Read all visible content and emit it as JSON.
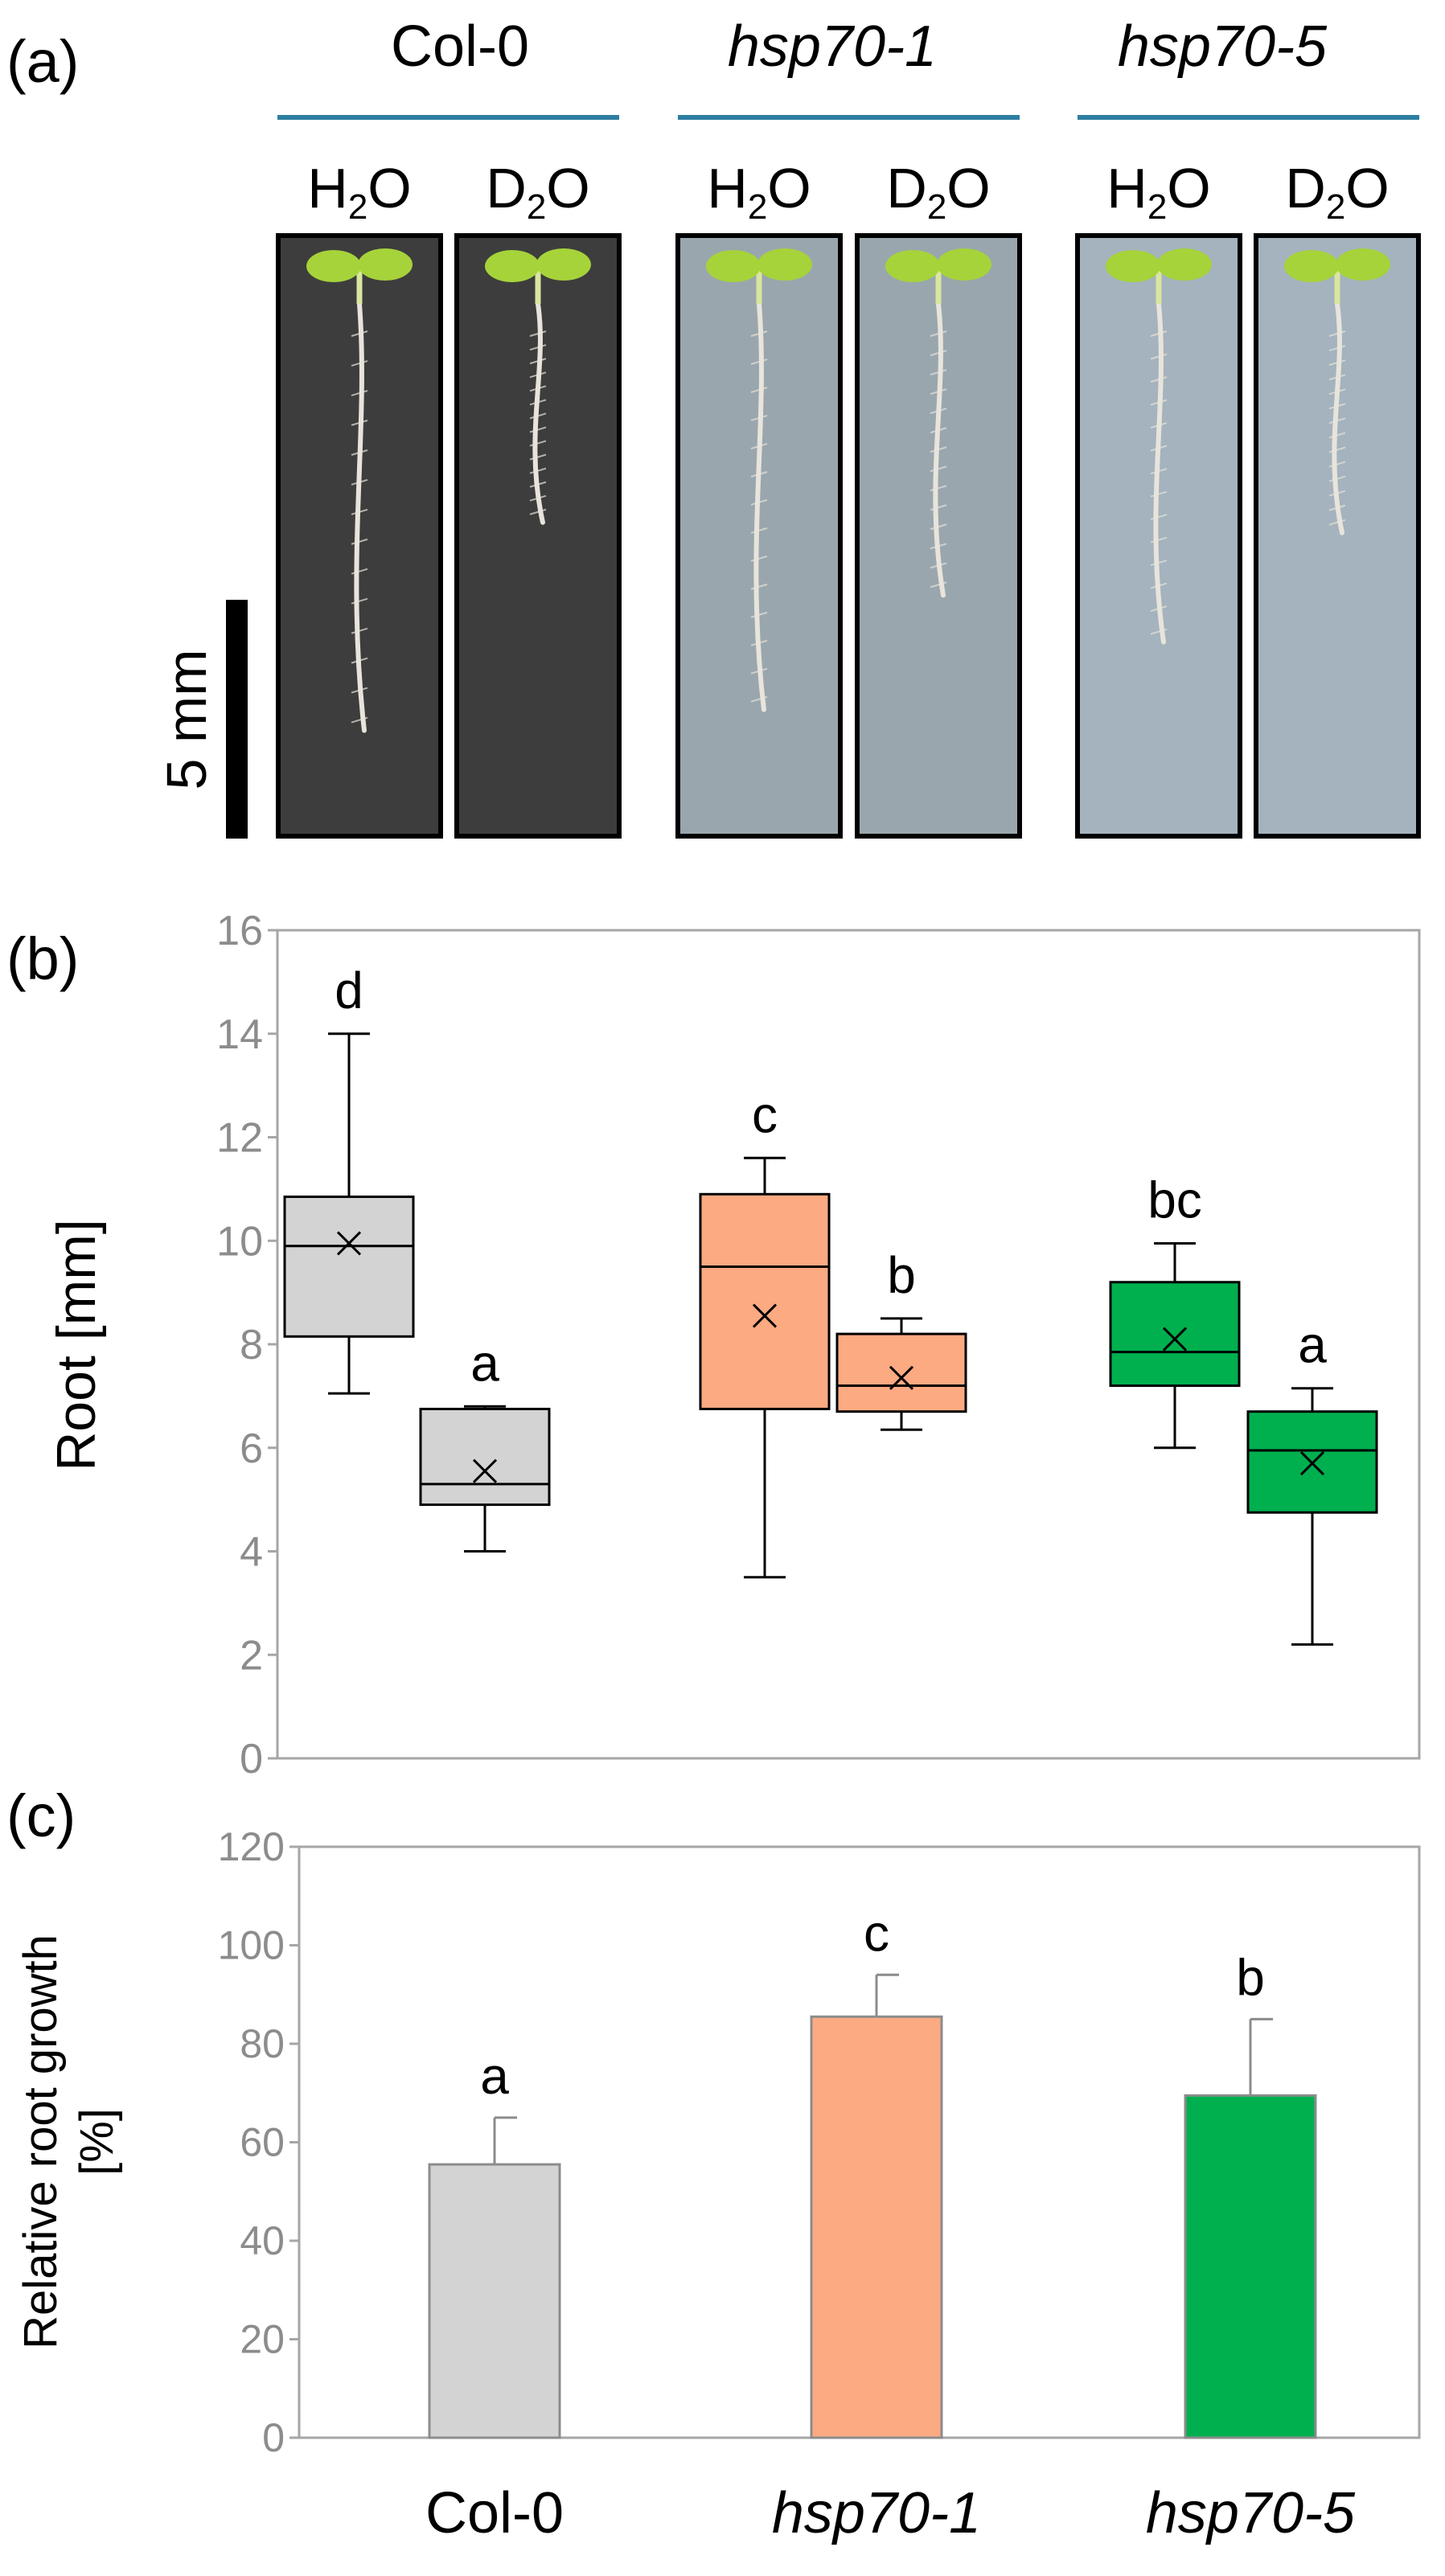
{
  "panel_a": {
    "label": "(a)",
    "genotypes": [
      {
        "name": "Col-0",
        "italic": false,
        "bg": "#3d3d3d"
      },
      {
        "name": "hsp70-1",
        "italic": true,
        "bg": "#9aa6ad"
      },
      {
        "name": "hsp70-5",
        "italic": true,
        "bg": "#a4b3bd"
      }
    ],
    "treatment_base": "H",
    "treatment_base_d": "D",
    "treatment_sub": "2",
    "treatment_tail": "O",
    "scale_bar_label": "5 mm",
    "underline_color": "#2e7fa1",
    "photo_border_color": "#000000",
    "seedling_leaf_color": "#a6d33a",
    "root_color": "#e8e4dc"
  },
  "chart_data": [
    {
      "panel_label": "(b)",
      "type": "box",
      "ylabel": "Root [mm]",
      "ylim": [
        0,
        16
      ],
      "yticks": [
        0,
        2,
        4,
        6,
        8,
        10,
        12,
        14,
        16
      ],
      "grid": false,
      "groups": [
        "Col-0",
        "hsp70-1",
        "hsp70-5"
      ],
      "series": [
        {
          "group": "Col-0",
          "treatment": "H2O",
          "color": "#d3d3d3",
          "min": 7.05,
          "q1": 8.15,
          "median": 9.9,
          "q3": 10.85,
          "max": 14.0,
          "mean": 9.95,
          "letter": "d"
        },
        {
          "group": "Col-0",
          "treatment": "D2O",
          "color": "#d3d3d3",
          "min": 4.0,
          "q1": 4.9,
          "median": 5.3,
          "q3": 6.75,
          "max": 6.8,
          "mean": 5.55,
          "letter": "a"
        },
        {
          "group": "hsp70-1",
          "treatment": "H2O",
          "color": "#fbaa82",
          "min": 3.5,
          "q1": 6.75,
          "median": 9.5,
          "q3": 10.9,
          "max": 11.6,
          "mean": 8.55,
          "letter": "c"
        },
        {
          "group": "hsp70-1",
          "treatment": "D2O",
          "color": "#fbaa82",
          "min": 6.35,
          "q1": 6.7,
          "median": 7.2,
          "q3": 8.2,
          "max": 8.5,
          "mean": 7.35,
          "letter": "b"
        },
        {
          "group": "hsp70-5",
          "treatment": "H2O",
          "color": "#00b04f",
          "min": 6.0,
          "q1": 7.2,
          "median": 7.85,
          "q3": 9.2,
          "max": 9.95,
          "mean": 8.1,
          "letter": "bc"
        },
        {
          "group": "hsp70-5",
          "treatment": "D2O",
          "color": "#00b04f",
          "min": 2.2,
          "q1": 4.75,
          "median": 5.95,
          "q3": 6.7,
          "max": 7.15,
          "mean": 5.7,
          "letter": "a"
        }
      ]
    },
    {
      "panel_label": "(c)",
      "type": "bar",
      "ylabel_line1": "Relative root growth",
      "ylabel_line2": "[%]",
      "ylim": [
        0,
        120
      ],
      "yticks": [
        0,
        20,
        40,
        60,
        80,
        100,
        120
      ],
      "grid": false,
      "categories": [
        "Col-0",
        "hsp70-1",
        "hsp70-5"
      ],
      "categories_italic": [
        false,
        true,
        true
      ],
      "values": [
        55.5,
        85.5,
        69.5
      ],
      "errors": [
        9.5,
        8.5,
        15.5
      ],
      "letters": [
        "a",
        "c",
        "b"
      ],
      "colors": [
        "#d3d3d3",
        "#fbaa82",
        "#00b04f"
      ]
    }
  ]
}
